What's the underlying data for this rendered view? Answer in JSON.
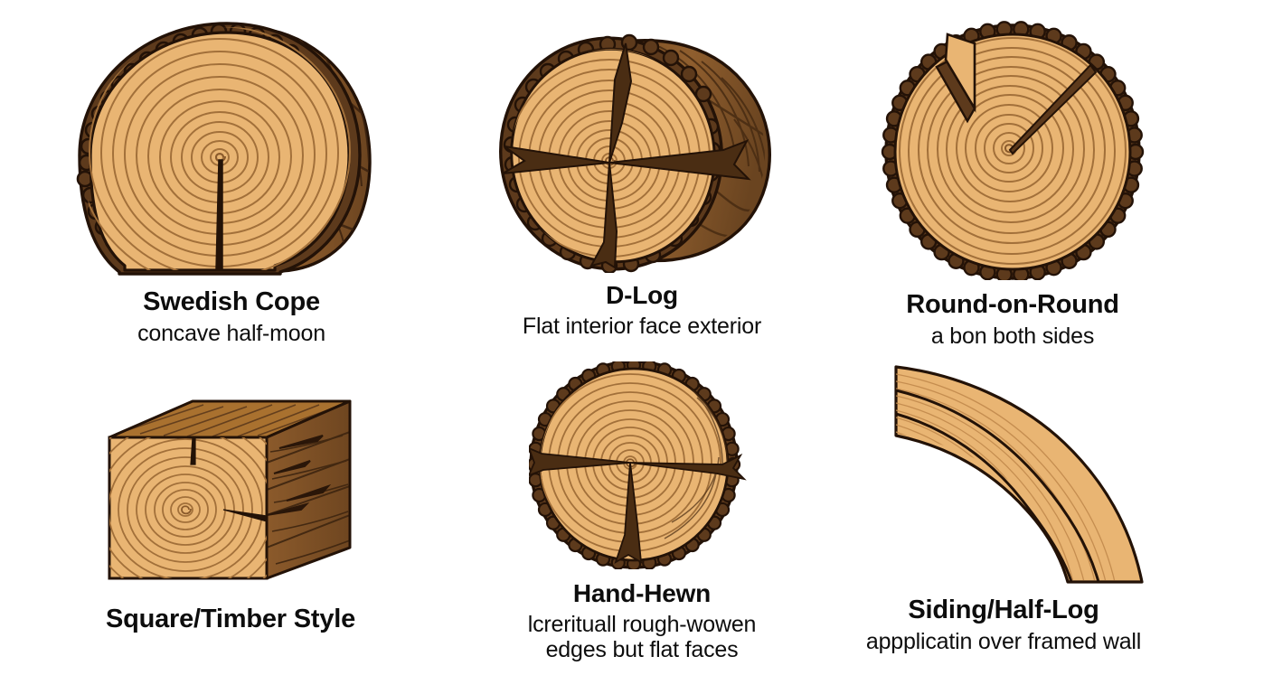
{
  "page": {
    "background_color": "#ffffff",
    "kind": "log-profile-styles-infographic"
  },
  "palette": {
    "wood_light": "#e9b573",
    "wood_light_alt": "#efc489",
    "ring_line": "#9c6b34",
    "bark_dark": "#5d3a1c",
    "side_dark": "#8b5a2b",
    "side_dark_alt": "#7a4d24",
    "outline": "#231207",
    "text": "#0d0d0d"
  },
  "items": [
    {
      "id": "swedish-cope",
      "icon": "log-end-swedish-cope-icon",
      "title": "Swedish Cope",
      "subtitle_lines": [
        "concave half-moon"
      ]
    },
    {
      "id": "d-log",
      "icon": "log-end-d-log-icon",
      "title": "D-Log",
      "subtitle_lines": [
        "Flat interior face exterior"
      ]
    },
    {
      "id": "round-on-round",
      "icon": "log-end-round-on-round-icon",
      "title": "Round-on-Round",
      "subtitle_lines": [
        "a bon both sides"
      ]
    },
    {
      "id": "square-timber-style",
      "icon": "timber-square-beam-icon",
      "title": "Square/Timber Style",
      "subtitle_lines": []
    },
    {
      "id": "hand-hewn",
      "icon": "log-end-hand-hewn-icon",
      "title": "Hand-Hewn",
      "subtitle_lines": [
        "lcrerituall rough-wowen",
        "edges but flat faces"
      ]
    },
    {
      "id": "siding-half-log",
      "icon": "curved-siding-half-log-icon",
      "title": "Siding/Half-Log",
      "subtitle_lines": [
        "appplicatin over framed wall"
      ]
    }
  ]
}
